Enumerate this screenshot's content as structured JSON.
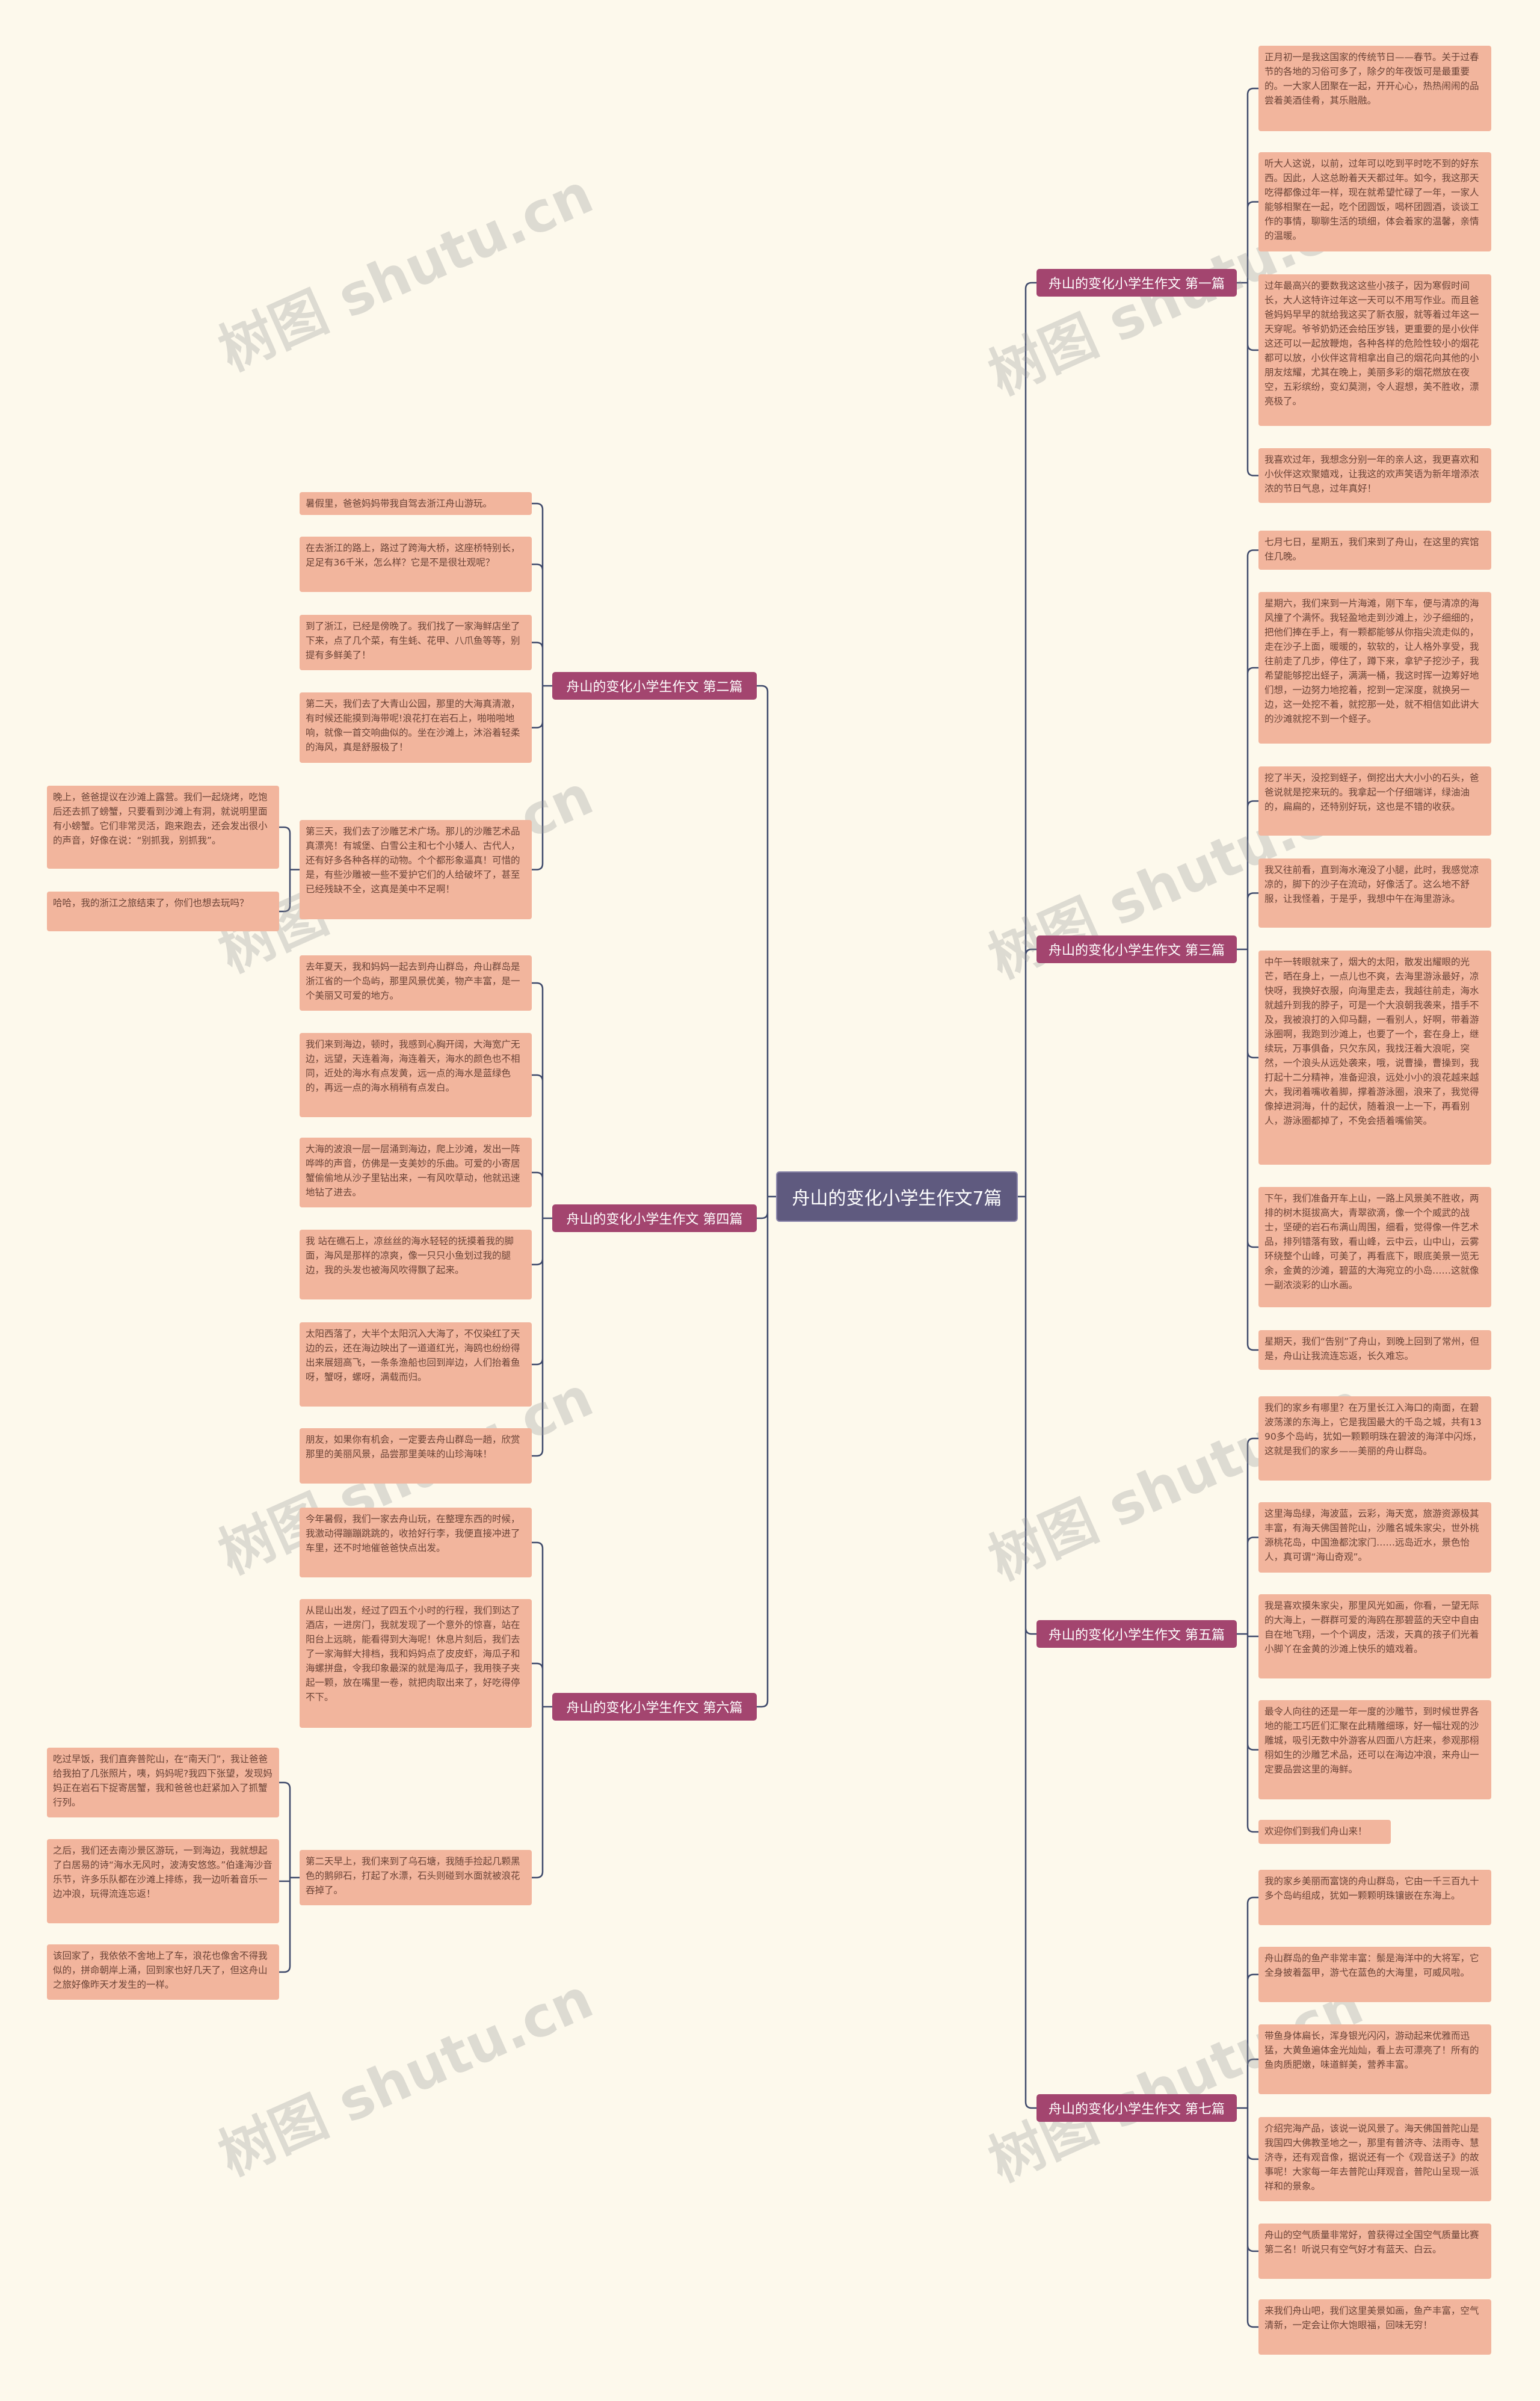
{
  "center": "舟山的变化小学生作文7篇",
  "watermark": "树图 shutu.cn",
  "colors": {
    "center": "#5f5a7f",
    "branch": "#a3456f",
    "leaf": "#f2b59d",
    "line": "#3f4a6b",
    "background": "#fdf9ec"
  },
  "branches": [
    {
      "label": "舟山的变化小学生作文 第一篇",
      "items": [
        "正月初一是我这国家的传统节日——春节。关于过春节的各地的习俗可多了，除夕的年夜饭可是最重要的。一大家人团聚在一起，开开心心，热热闹闹的品尝着美酒佳肴，其乐融融。",
        "听大人这说，以前，过年可以吃到平时吃不到的好东西。因此，人这总盼着天天都过年。如今，我这那天吃得都像过年一样，现在就希望忙碌了一年，一家人能够相聚在一起，吃个团圆饭，喝杯团圆酒，谈谈工作的事情，聊聊生活的琐细，体会着家的温馨，亲情的温暖。",
        "过年最高兴的要数我这这些小孩子，因为寒假时间长，大人这特许过年这一天可以不用写作业。而且爸爸妈妈早早的就给我这买了新衣服，就等着过年这一天穿呢。爷爷奶奶还会给压岁钱，更重要的是小伙伴这还可以一起放鞭炮，各种各样的危险性较小的烟花都可以放，小伙伴这背相拿出自己的烟花向其他的小朋友炫耀，尤其在晚上，美丽多彩的烟花燃放在夜空，五彩缤纷，变幻莫测，令人遐想，美不胜收，漂亮极了。",
        "我喜欢过年，我想念分别一年的亲人这，我更喜欢和小伙伴这欢聚嬉戏，让我这的欢声笑语为新年增添浓浓的节日气息，过年真好！"
      ]
    },
    {
      "label": "舟山的变化小学生作文 第二篇",
      "items": [
        "暑假里，爸爸妈妈带我自驾去浙江舟山游玩。",
        "在去浙江的路上，路过了跨海大桥，这座桥特别长，足足有36千米，怎么样？它是不是很壮观呢？",
        "到了浙江，已经是傍晚了。我们找了一家海鲜店坐了下来，点了几个菜，有生蚝、花甲、八爪鱼等等，别提有多鲜美了！",
        "第二天，我们去了大青山公园，那里的大海真清澈，有时候还能摸到海带呢!浪花打在岩石上，啪啪啪地响，就像一首交响曲似的。坐在沙滩上，沐浴着轻柔的海风，真是舒服极了！",
        "第三天，我们去了沙雕艺术广场。那儿的沙雕艺术品真漂亮！有城堡、白雪公主和七个小矮人、古代人，还有好多各种各样的动物。个个都形象逼真！可惜的是，有些沙雕被一些不爱护它们的人给破坏了，甚至已经残缺不全，这真是美中不足啊！"
      ],
      "subs": [
        "晚上，爸爸提议在沙滩上露营。我们一起烧烤，吃饱后还去抓了螃蟹，只要看到沙滩上有洞，就说明里面有小螃蟹。它们非常灵活，跑来跑去，还会发出很小的声音，好像在说：“别抓我，别抓我”。",
        "哈哈，我的浙江之旅结束了，你们也想去玩吗？"
      ]
    },
    {
      "label": "舟山的变化小学生作文 第三篇",
      "items": [
        "七月七日，星期五，我们来到了舟山，在这里的宾馆住几晚。",
        "星期六，我们来到一片海滩，刚下车，便与清凉的海风撞了个满怀。我轻盈地走到沙滩上，沙子细细的，把他们捧在手上，有一颗都能够从你指尖流走似的，走在沙子上面，暖暖的，软软的，让人格外享受，我往前走了几步，停住了，蹲下来，拿铲子挖沙子，我希望能够挖出蛏子，满满一桶，我这时挥一边筹好地们想，一边努力地挖着，挖到一定深度，就换另一边，这一处挖不着，就挖那一处，就不相信如此讲大的沙滩就挖不到一个蛏子。",
        "挖了半天，没挖到蛏子，倒挖出大大小小的石头，爸爸说就是挖来玩的。我拿起一个仔细端详，绿油油的，扁扁的，还特别好玩，这也是不错的收获。",
        "我又往前看，直到海水淹没了小腿，此时，我感觉凉凉的，脚下的沙子在流动，好像活了。这么地不舒服，让我怪着，于是乎，我想中午在海里游泳。",
        "中午一转眼就来了，烟大的太阳，散发出耀眼的光芒，晒在身上，一点儿也不爽，去海里游泳最好，凉快呀，我换好衣服，向海里走去，我越往前走，海水就越升到我的脖子，可是一个大浪朝我袭来，措手不及，我被浪打的入仰马翻，一看别人，好啊，带着游泳圈啊，我跑到沙滩上，也要了一个，套在身上，继续玩，万事俱备，只欠东风，我找汪着大浪呢，突然，一个浪头从远处袭来，哦，说曹操，曹操到，我打起十二分精神，准备迎浪，远处小小的浪花越来越大，我闭着嘴收着脚，撑着游泳圈，浪来了，我觉得像掉进洞海，什的起伏，随着浪一上一下，再看别人，游泳圈都掉了，不免会捂着嘴偷笑。",
        "下午，我们准备开车上山，一路上风景美不胜收，两排的树木挺拔高大，青翠欲滴，像一个个威武的战士，坚硬的岩石布满山周围，细看，觉得像一件艺术品，排列错落有致，看山峰，云中云，山中山，云雾环绕整个山峰，可美了，再看底下，眼底美景一览无余，金黄的沙滩，碧蓝的大海宛立的小岛……这就像一副浓淡彩的山水画。",
        "星期天，我们“告别”了舟山，到晚上回到了常州，但是，舟山让我流连忘返，长久难忘。"
      ]
    },
    {
      "label": "舟山的变化小学生作文 第四篇",
      "items": [
        "去年夏天，我和妈妈一起去到舟山群岛，舟山群岛是浙江省的一个岛屿，那里风景优美，物产丰富，是一个美丽又可爱的地方。",
        "我们来到海边，顿时，我感到心胸开阔，大海宽广无边，远望，天连着海，海连着天，海水的颜色也不相同，近处的海水有点发黄，远一点的海水是蓝绿色的，再远一点的海水稍稍有点发白。",
        "大海的波浪一层一层涌到海边，爬上沙滩，发出一阵哗哗的声音，仿佛是一支美妙的乐曲。可爱的小寄居蟹偷偷地从沙子里钻出来，一有风吹草动，他就迅速地钻了进去。",
        "我 站在礁石上，凉丝丝的海水轻轻的抚摸着我的脚面，海风是那样的凉爽，像一只只小鱼划过我的腿边，我的头发也被海风吹得飘了起来。",
        "太阳西落了，大半个太阳沉入大海了，不仅染红了天边的云，还在海边映出了一道道红光，海鸥也纷纷得出来展翅高飞，一条条渔船也回到岸边，人们抬着鱼呀，蟹呀，螺呀，满载而归。",
        "朋友，如果你有机会，一定要去舟山群岛一趟，欣赏那里的美丽风景，品尝那里美味的山珍海味！"
      ]
    },
    {
      "label": "舟山的变化小学生作文 第五篇",
      "items": [
        "我们的家乡有哪里？在万里长江入海口的南面，在碧波荡漾的东海上，它是我国最大的千岛之城，共有1390多个岛屿，犹如一颗颗明珠在碧波的海洋中闪烁，这就是我们的家乡——美丽的舟山群岛。",
        "这里海岛绿，海波蓝，云彩，海天宽，旅游资源极其丰富，有海天佛国普陀山，沙雕名城朱家尖，世外桃源桃花岛，中国渔都沈家门……远岛近水，景色怡人，真可谓“海山奇观”。",
        "我是喜欢摸朱家尖，那里风光如画，你看，一望无际的大海上，一群群可爱的海鸥在那碧蓝的天空中自由自在地飞翔，一个个调皮，活泼，天真的孩子们光着小脚丫在金黄的沙滩上快乐的嬉戏着。",
        "最令人向往的还是一年一度的沙雕节，到时候世界各地的能工巧匠们汇聚在此精雕细琢，好一幅壮观的沙雕城，吸引无数中外游客从四面八方赶来，参观那栩栩如生的沙雕艺术品，还可以在海边冲浪，来舟山一定要品尝这里的海鲜。",
        "欢迎你们到我们舟山来！"
      ]
    },
    {
      "label": "舟山的变化小学生作文 第六篇",
      "items": [
        "今年暑假，我们一家去舟山玩，在整理东西的时候，我激动得蹦蹦跳跳的，收拾好行李，我便直接冲进了车里，还不时地催爸爸快点出发。",
        "从昆山出发，经过了四五个小时的行程，我们到达了酒店，一进房门，我就发现了一个意外的惊喜，站在阳台上远眺，能看得到大海呢！休息片刻后，我们去了一家海鲜大排档，我和妈妈点了皮皮虾，海瓜子和海螺拼盘，令我印象最深的就是海瓜子，我用筷子夹起一颗，放在嘴里一卷，就把肉取出来了，好吃得停不下。",
        "第二天早上，我们来到了乌石塘，我随手捡起几颗黑色的鹅卵石，打起了水漂，石头则碰到水面就被浪花吞掉了。"
      ],
      "subs": [
        "吃过早饭，我们直奔普陀山，在“南天门”，我让爸爸给我拍了几张照片，咦，妈妈呢?我四下张望，发现妈妈正在岩石下捉寄居蟹，我和爸爸也赶紧加入了抓蟹行列。",
        "之后，我们还去南沙景区游玩，一到海边，我就想起了白居易的诗“海水无风时，波涛安悠悠。”伯逢海沙音乐节，许多乐队都在沙滩上排练，我一边听着音乐一边冲浪，玩得流连忘返！",
        "该回家了，我依依不舍地上了车，浪花也像舍不得我似的，拼命朝岸上涌，回到家也好几天了，但这舟山之旅好像昨天才发生的一样。"
      ]
    },
    {
      "label": "舟山的变化小学生作文 第七篇",
      "items": [
        "我的家乡美丽而富饶的舟山群岛，它由一千三百九十多个岛屿组成，犹如一颗颗明珠镶嵌在东海上。",
        "舟山群岛的鱼产非常丰富：鬃是海洋中的大将军，它全身披着盔甲，游弋在蓝色的大海里，可威风啦。",
        "带鱼身体扁长，浑身银光闪闪，游动起来优雅而迅猛，大黄鱼遍体金光灿灿，看上去可漂亮了！所有的鱼肉质肥嫩，味道鲜美，营养丰富。",
        "介绍完海产品，该说一说风景了。海天佛国普陀山是我国四大佛教圣地之一，那里有普济寺、法雨寺、慧济寺，还有观音像，据说还有一个《观音送子》的故事呢！大家每一年去普陀山拜观音，普陀山呈现一派祥和的景象。",
        "舟山的空气质量非常好，曾获得过全国空气质量比赛第二名！听说只有空气好才有蓝天、白云。",
        "来我们舟山吧，我们这里美景如画，鱼产丰富，空气清新，一定会让你大饱眼福，回味无穷！"
      ]
    }
  ]
}
